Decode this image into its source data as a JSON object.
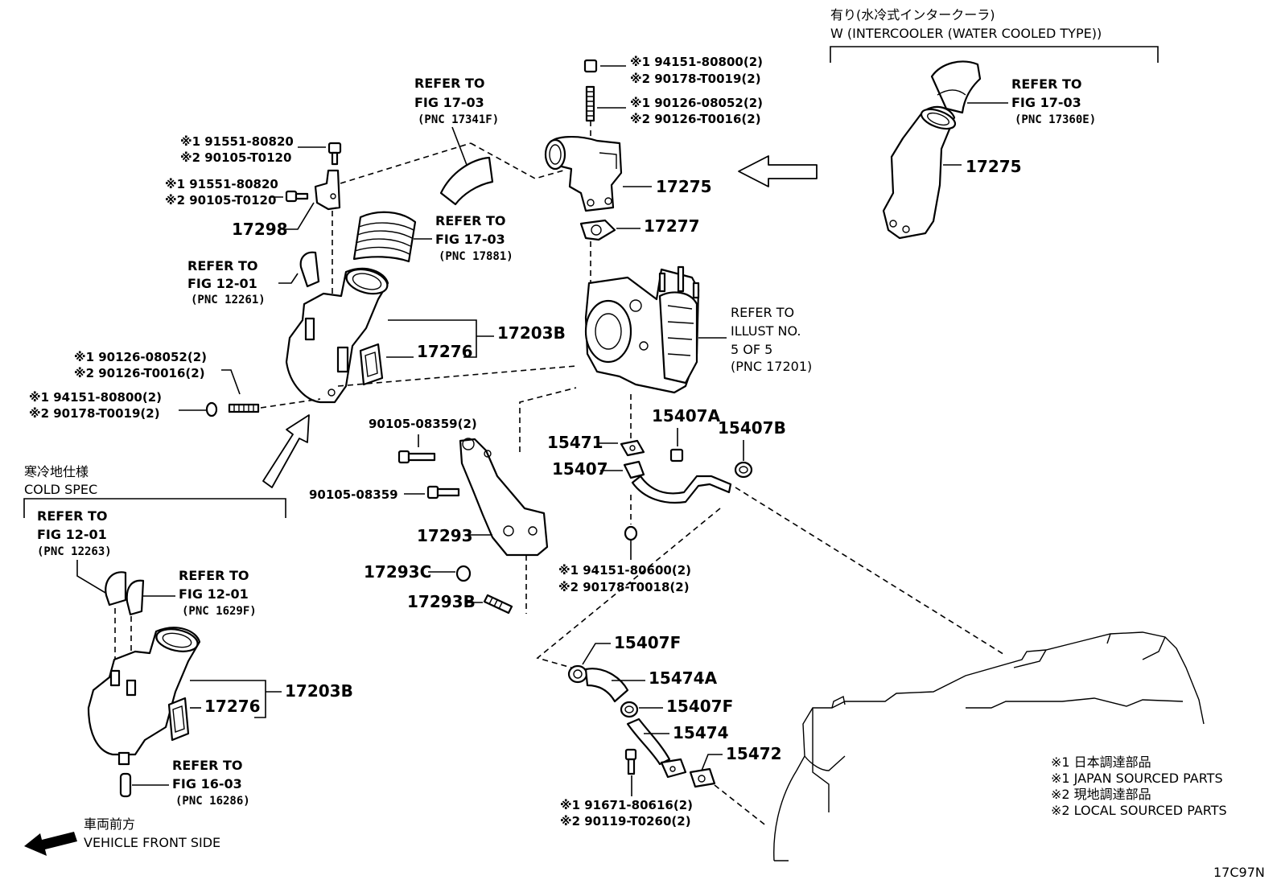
{
  "diagram_id": "17C97N",
  "notes": {
    "intercooler_jp": "有り(水冷式インタークーラ)",
    "intercooler_en": "W (INTERCOOLER (WATER COOLED TYPE))",
    "cold_spec_jp": "寒冷地仕様",
    "cold_spec_en": "COLD SPEC",
    "front_jp": "車両前方",
    "front_en": "VEHICLE FRONT SIDE"
  },
  "legend": [
    "※1  日本調達部品",
    "※1  JAPAN SOURCED PARTS",
    "※2  現地調達部品",
    "※2  LOCAL SOURCED PARTS"
  ],
  "refer": {
    "top_17341": {
      "l1": "REFER TO",
      "l2": "FIG 17-03",
      "l3": "(PNC 17341F)"
    },
    "top_17360": {
      "l1": "REFER TO",
      "l2": "FIG 17-03",
      "l3": "(PNC 17360E)"
    },
    "r17881": {
      "l1": "REFER TO",
      "l2": "FIG 17-03",
      "l3": "(PNC 17881)"
    },
    "r12261": {
      "l1": "REFER TO",
      "l2": "FIG 12-01",
      "l3": "(PNC 12261)"
    },
    "r17201": {
      "l1": "REFER TO",
      "l2": "ILLUST NO.",
      "l3": "5 OF 5",
      "l4": "(PNC 17201)"
    },
    "r12263": {
      "l1": "REFER TO",
      "l2": "FIG 12-01",
      "l3": "(PNC 12263)"
    },
    "r1629f": {
      "l1": "REFER TO",
      "l2": "FIG 12-01",
      "l3": "(PNC 1629F)"
    },
    "r16286": {
      "l1": "REFER TO",
      "l2": "FIG 16-03",
      "l3": "(PNC 16286)"
    }
  },
  "part_numbers": {
    "nut_top_1": "※1 94151-80800(2)",
    "nut_top_2": "※2 90178-T0019(2)",
    "stud_top_1": "※1 90126-08052(2)",
    "stud_top_2": "※2 90126-T0016(2)",
    "bolt_a_1": "※1 91551-80820",
    "bolt_a_2": "※2 90105-T0120",
    "bolt_b_1": "※1 91551-80820",
    "bolt_b_2": "※2 90105-T0120",
    "stud_l_1": "※1 90126-08052(2)",
    "stud_l_2": "※2 90126-T0016(2)",
    "nut_l_1": "※1 94151-80800(2)",
    "nut_l_2": "※2 90178-T0019(2)",
    "bolt_br_1": "90105-08359(2)",
    "bolt_br_2": "90105-08359",
    "nut_pipe_1": "※1 94151-80600(2)",
    "nut_pipe_2": "※2 90178-T0018(2)",
    "bolt_low_1": "※1 91671-80616(2)",
    "bolt_low_2": "※2 90119-T0260(2)"
  },
  "pnc": {
    "p17275_top": "17275",
    "p17275_ic": "17275",
    "p17277": "17277",
    "p17298": "17298",
    "p17203b_main": "17203B",
    "p17276_main": "17276",
    "p17293": "17293",
    "p17293c": "17293C",
    "p17293b": "17293B",
    "p15471": "15471",
    "p15407": "15407",
    "p15407a": "15407A",
    "p15407b": "15407B",
    "p15407f_1": "15407F",
    "p15474a": "15474A",
    "p15407f_2": "15407F",
    "p15474": "15474",
    "p15472": "15472",
    "p17203b_cold": "17203B",
    "p17276_cold": "17276"
  }
}
